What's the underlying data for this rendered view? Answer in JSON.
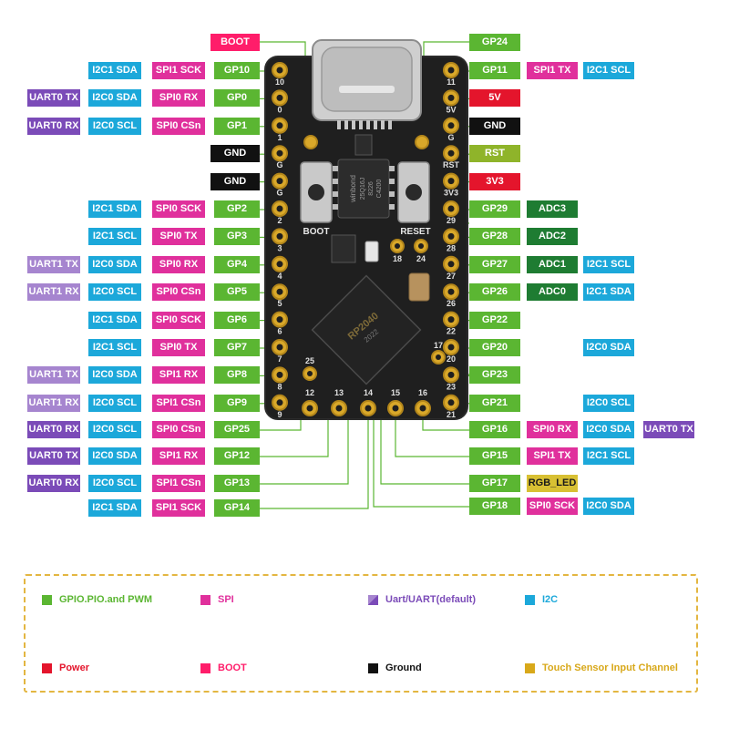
{
  "colors": {
    "gpio": "#5bb632",
    "spi": "#e0309c",
    "uart": "#7b4bb8",
    "uart_default": "#7b4bb8",
    "uart_alt": "#a685cf",
    "i2c": "#1ca8da",
    "power": "#e4152c",
    "boot": "#ff1d6a",
    "ground": "#111111",
    "touch": "#d8a81a",
    "adc": "#1e7c32",
    "rst": "#8fb42a",
    "rgb": "#d8c033",
    "board": "#1f1f1f",
    "legend_border": "#e3b641"
  },
  "board": {
    "silk_pins_left": [
      "10",
      "0",
      "1",
      "G",
      "G",
      "2",
      "3",
      "4",
      "5",
      "6",
      "7",
      "8",
      "9"
    ],
    "silk_pins_right": [
      "11",
      "5V",
      "G",
      "RST",
      "3V3",
      "29",
      "28",
      "27",
      "26",
      "22",
      "20",
      "23",
      "21"
    ],
    "silk_pins_bottom": [
      "12",
      "13",
      "14",
      "15",
      "16"
    ],
    "silk_inner": [
      "18",
      "24",
      "25",
      "17"
    ],
    "boot_label": "BOOT",
    "reset_label": "RESET",
    "chip_text": [
      "winbond",
      "25Q16J",
      "8226",
      "C4200"
    ],
    "mcu_text": [
      "RP2040",
      "2022"
    ]
  },
  "pinout": {
    "top_left": [
      "BOOT"
    ],
    "top_right": [
      "GP24"
    ],
    "left_rows": [
      [
        "I2C1 SDA",
        "SPI1 SCK",
        "GP10"
      ],
      [
        "UART0 TX",
        "I2C0 SDA",
        "SPI0 RX",
        "GP0"
      ],
      [
        "UART0 RX",
        "I2C0 SCL",
        "SPI0 CSn",
        "GP1"
      ],
      [
        "GND"
      ],
      [
        "GND"
      ],
      [
        "I2C1 SDA",
        "SPI0 SCK",
        "GP2"
      ],
      [
        "I2C1 SCL",
        "SPI0 TX",
        "GP3"
      ],
      [
        "UART1 TX",
        "I2C0 SDA",
        "SPI0 RX",
        "GP4"
      ],
      [
        "UART1 RX",
        "I2C0 SCL",
        "SPI0 CSn",
        "GP5"
      ],
      [
        "I2C1 SDA",
        "SPI0 SCK",
        "GP6"
      ],
      [
        "I2C1 SCL",
        "SPI0 TX",
        "GP7"
      ],
      [
        "UART1 TX",
        "I2C0 SDA",
        "SPI1 RX",
        "GP8"
      ],
      [
        "UART1 RX",
        "I2C0 SCL",
        "SPI1 CSn",
        "GP9"
      ],
      [
        "UART0 RX",
        "I2C0 SCL",
        "SPI0 CSn",
        "GP25"
      ],
      [
        "UART0 TX",
        "I2C0 SDA",
        "SPI1 RX",
        "GP12"
      ],
      [
        "UART0 RX",
        "I2C0 SCL",
        "SPI1 CSn",
        "GP13"
      ],
      [
        "I2C1 SDA",
        "SPI1 SCK",
        "GP14"
      ]
    ],
    "right_rows": [
      [
        "GP11",
        "SPI1 TX",
        "I2C1 SCL"
      ],
      [
        "5V"
      ],
      [
        "GND"
      ],
      [
        "RST"
      ],
      [
        "3V3"
      ],
      [
        "GP29",
        "ADC3"
      ],
      [
        "GP28",
        "ADC2"
      ],
      [
        "GP27",
        "ADC1",
        "I2C1 SCL"
      ],
      [
        "GP26",
        "ADC0",
        "I2C1 SDA"
      ],
      [
        "GP22"
      ],
      [
        "GP20",
        "",
        "I2C0 SDA"
      ],
      [
        "GP23"
      ],
      [
        "GP21",
        "",
        "I2C0 SCL"
      ],
      [
        "GP16",
        "SPI0 RX",
        "I2C0 SDA",
        "UART0 TX"
      ],
      [
        "GP15",
        "SPI1 TX",
        "I2C1 SCL"
      ],
      [
        "GP17",
        "RGB_LED"
      ],
      [
        "GP18",
        "SPI0 SCK",
        "I2C0 SDA"
      ]
    ]
  },
  "legend": [
    {
      "label": "GPIO.PIO.and PWM",
      "type": "gpio",
      "color": "#5bb632",
      "text_color": "#5bb632"
    },
    {
      "label": "SPI",
      "type": "spi",
      "color": "#e0309c",
      "text_color": "#e0309c"
    },
    {
      "label": "Uart/UART(default)",
      "type": "uart",
      "color": "#7b4bb8",
      "text_color": "#7b4bb8"
    },
    {
      "label": "I2C",
      "type": "i2c",
      "color": "#1ca8da",
      "text_color": "#1ca8da"
    },
    {
      "label": "Power",
      "type": "power",
      "color": "#e4152c",
      "text_color": "#e4152c"
    },
    {
      "label": "BOOT",
      "type": "boot",
      "color": "#ff1d6a",
      "text_color": "#ff1d6a"
    },
    {
      "label": "Ground",
      "type": "ground",
      "color": "#111111",
      "text_color": "#111111"
    },
    {
      "label": "Touch Sensor Input Channel",
      "type": "touch",
      "color": "#d8a81a",
      "text_color": "#d8a81a"
    }
  ]
}
